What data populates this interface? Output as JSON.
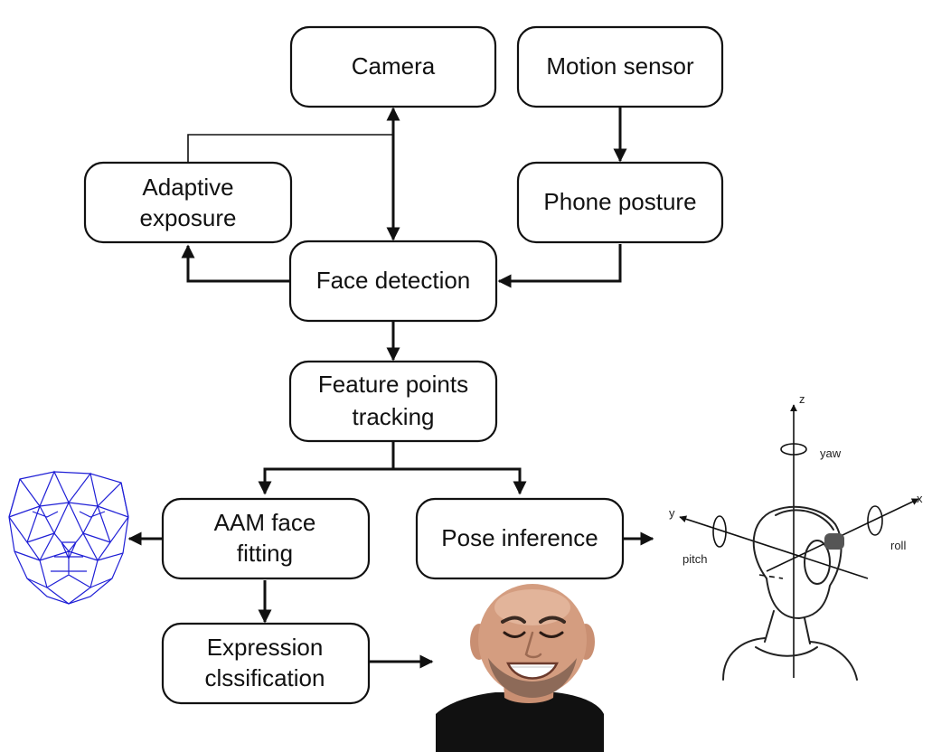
{
  "nodes": {
    "camera": "Camera",
    "motion_sensor": "Motion sensor",
    "adaptive_exposure": [
      "Adaptive",
      "exposure"
    ],
    "phone_posture": "Phone posture",
    "face_detection": "Face detection",
    "feature_points_tracking": [
      "Feature points",
      "tracking"
    ],
    "aam_face_fitting": [
      "AAM face",
      "fitting"
    ],
    "pose_inference": "Pose inference",
    "expression_classification": [
      "Expression",
      "clssification"
    ]
  },
  "head_axes": {
    "z": "z",
    "yaw": "yaw",
    "y": "y",
    "pitch": "pitch",
    "x": "x",
    "roll": "roll"
  },
  "images": {
    "face_mesh": "wireframe-face-mesh",
    "head_sketch": "head-pose-sketch",
    "smiling_face": "smiling-face-photo"
  },
  "colors": {
    "mesh": "#1f1fd6",
    "line": "#111111"
  }
}
